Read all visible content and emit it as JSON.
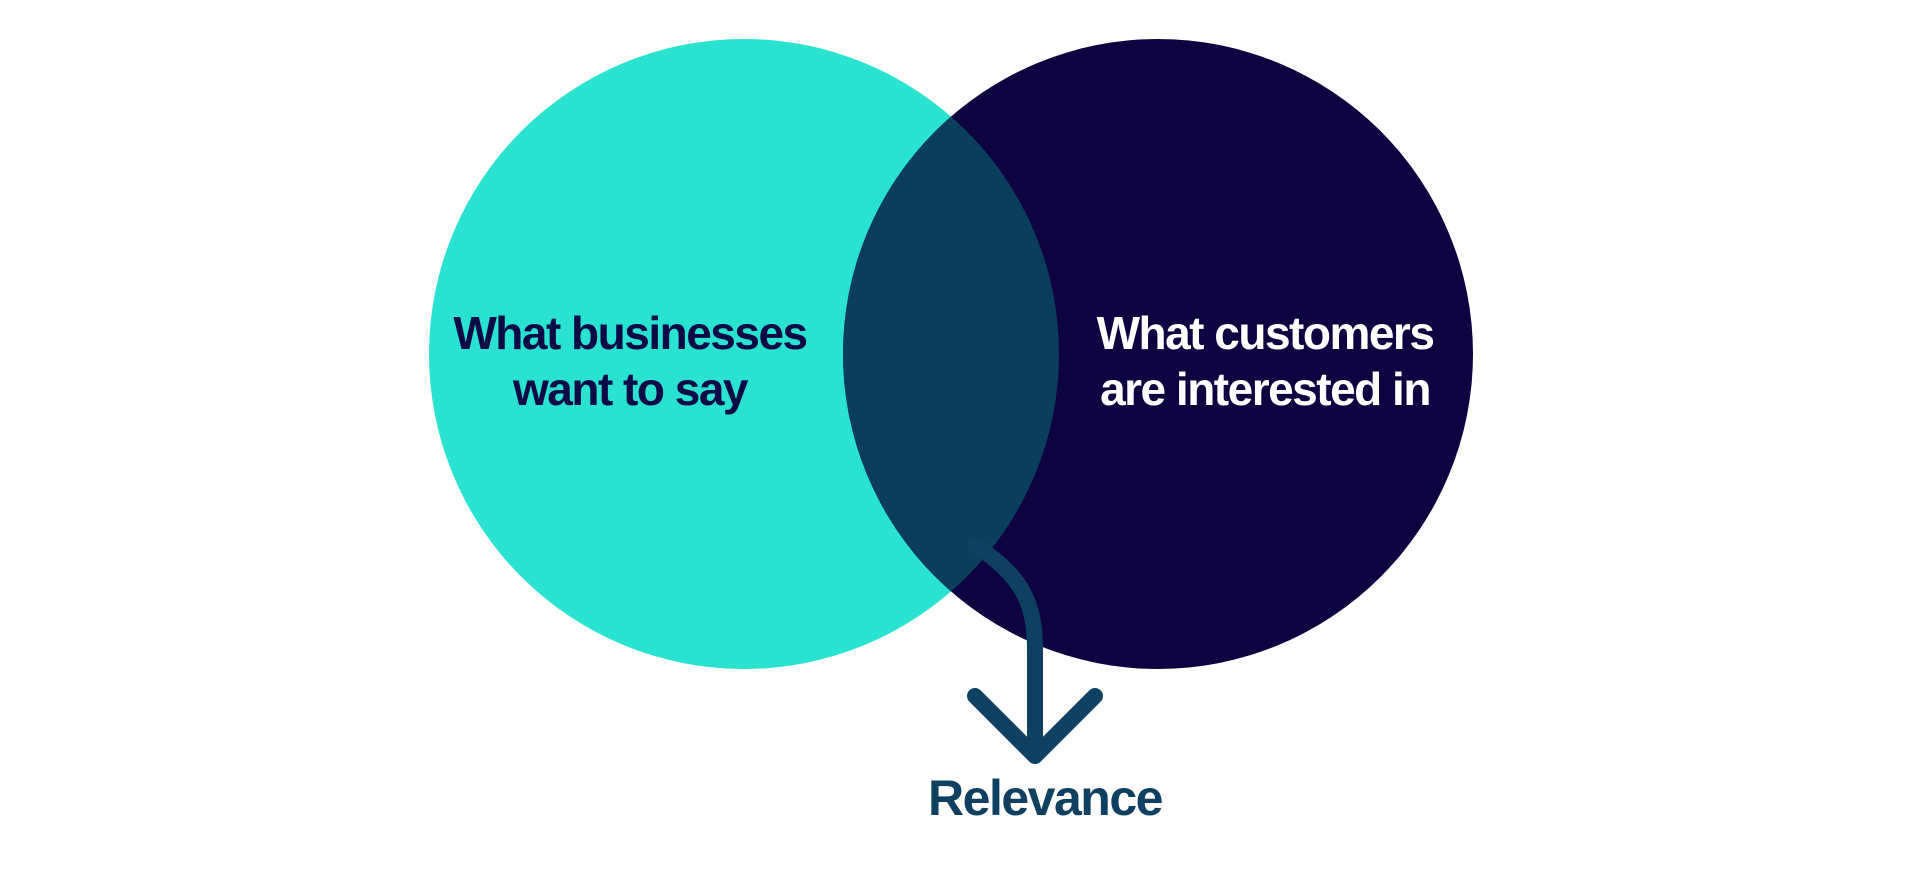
{
  "diagram": {
    "left_set": {
      "lines": [
        "What businesses",
        "want to say"
      ],
      "fill": "#29e2d0",
      "text_color": "#0c0a45"
    },
    "right_set": {
      "lines": [
        "What customers",
        "are interested in"
      ],
      "fill": "#0c0340",
      "text_color": "#ffffff"
    },
    "overlap": {
      "fill": "#0b3e5d"
    },
    "result": {
      "label": "Relevance",
      "arrow_color": "#0f4062",
      "text_color": "#0f4062"
    }
  }
}
